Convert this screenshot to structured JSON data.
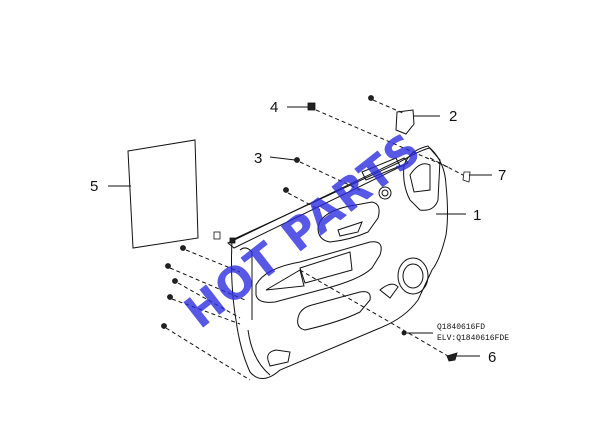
{
  "diagram": {
    "callouts": [
      {
        "id": "1",
        "label": "1"
      },
      {
        "id": "2",
        "label": "2"
      },
      {
        "id": "3",
        "label": "3"
      },
      {
        "id": "4",
        "label": "4"
      },
      {
        "id": "5",
        "label": "5"
      },
      {
        "id": "6",
        "label": "6"
      },
      {
        "id": "7",
        "label": "7"
      }
    ],
    "part_numbers": [
      "Q1840616FD",
      "ELV:Q1840616FDE"
    ],
    "watermark": "HOT PARTS"
  }
}
